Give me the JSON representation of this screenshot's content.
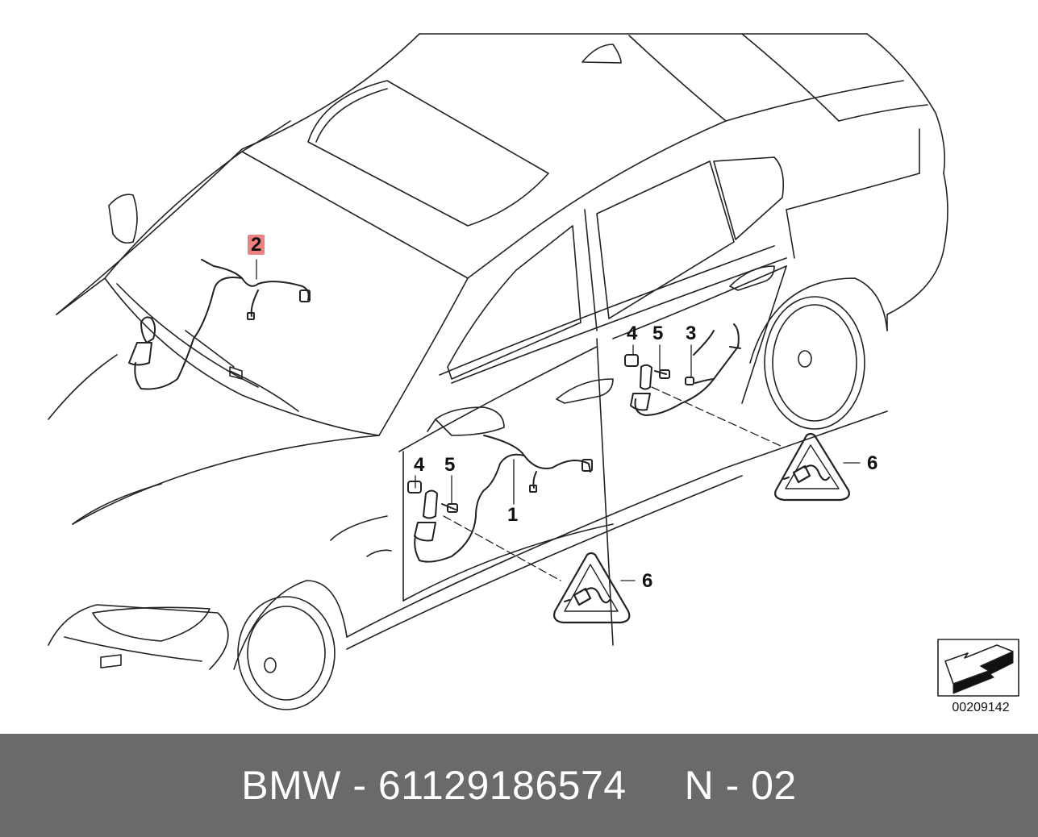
{
  "diagram": {
    "callouts": {
      "item_1": "1",
      "item_2": "2",
      "item_3": "3",
      "item_4_rear": "4",
      "item_5_rear": "5",
      "item_4_front": "4",
      "item_5_front": "5",
      "item_6_rear": "6",
      "item_6_front": "6"
    },
    "highlight_color": "#f08080",
    "reference_number": "00209142",
    "icons": [
      "warning-triangle-plug-icon",
      "direction-arrow-icon"
    ]
  },
  "footer": {
    "brand": "BMW",
    "separator": "-",
    "part_number": "61129186574",
    "position": "N - 02",
    "background": "#6a6a6a"
  }
}
